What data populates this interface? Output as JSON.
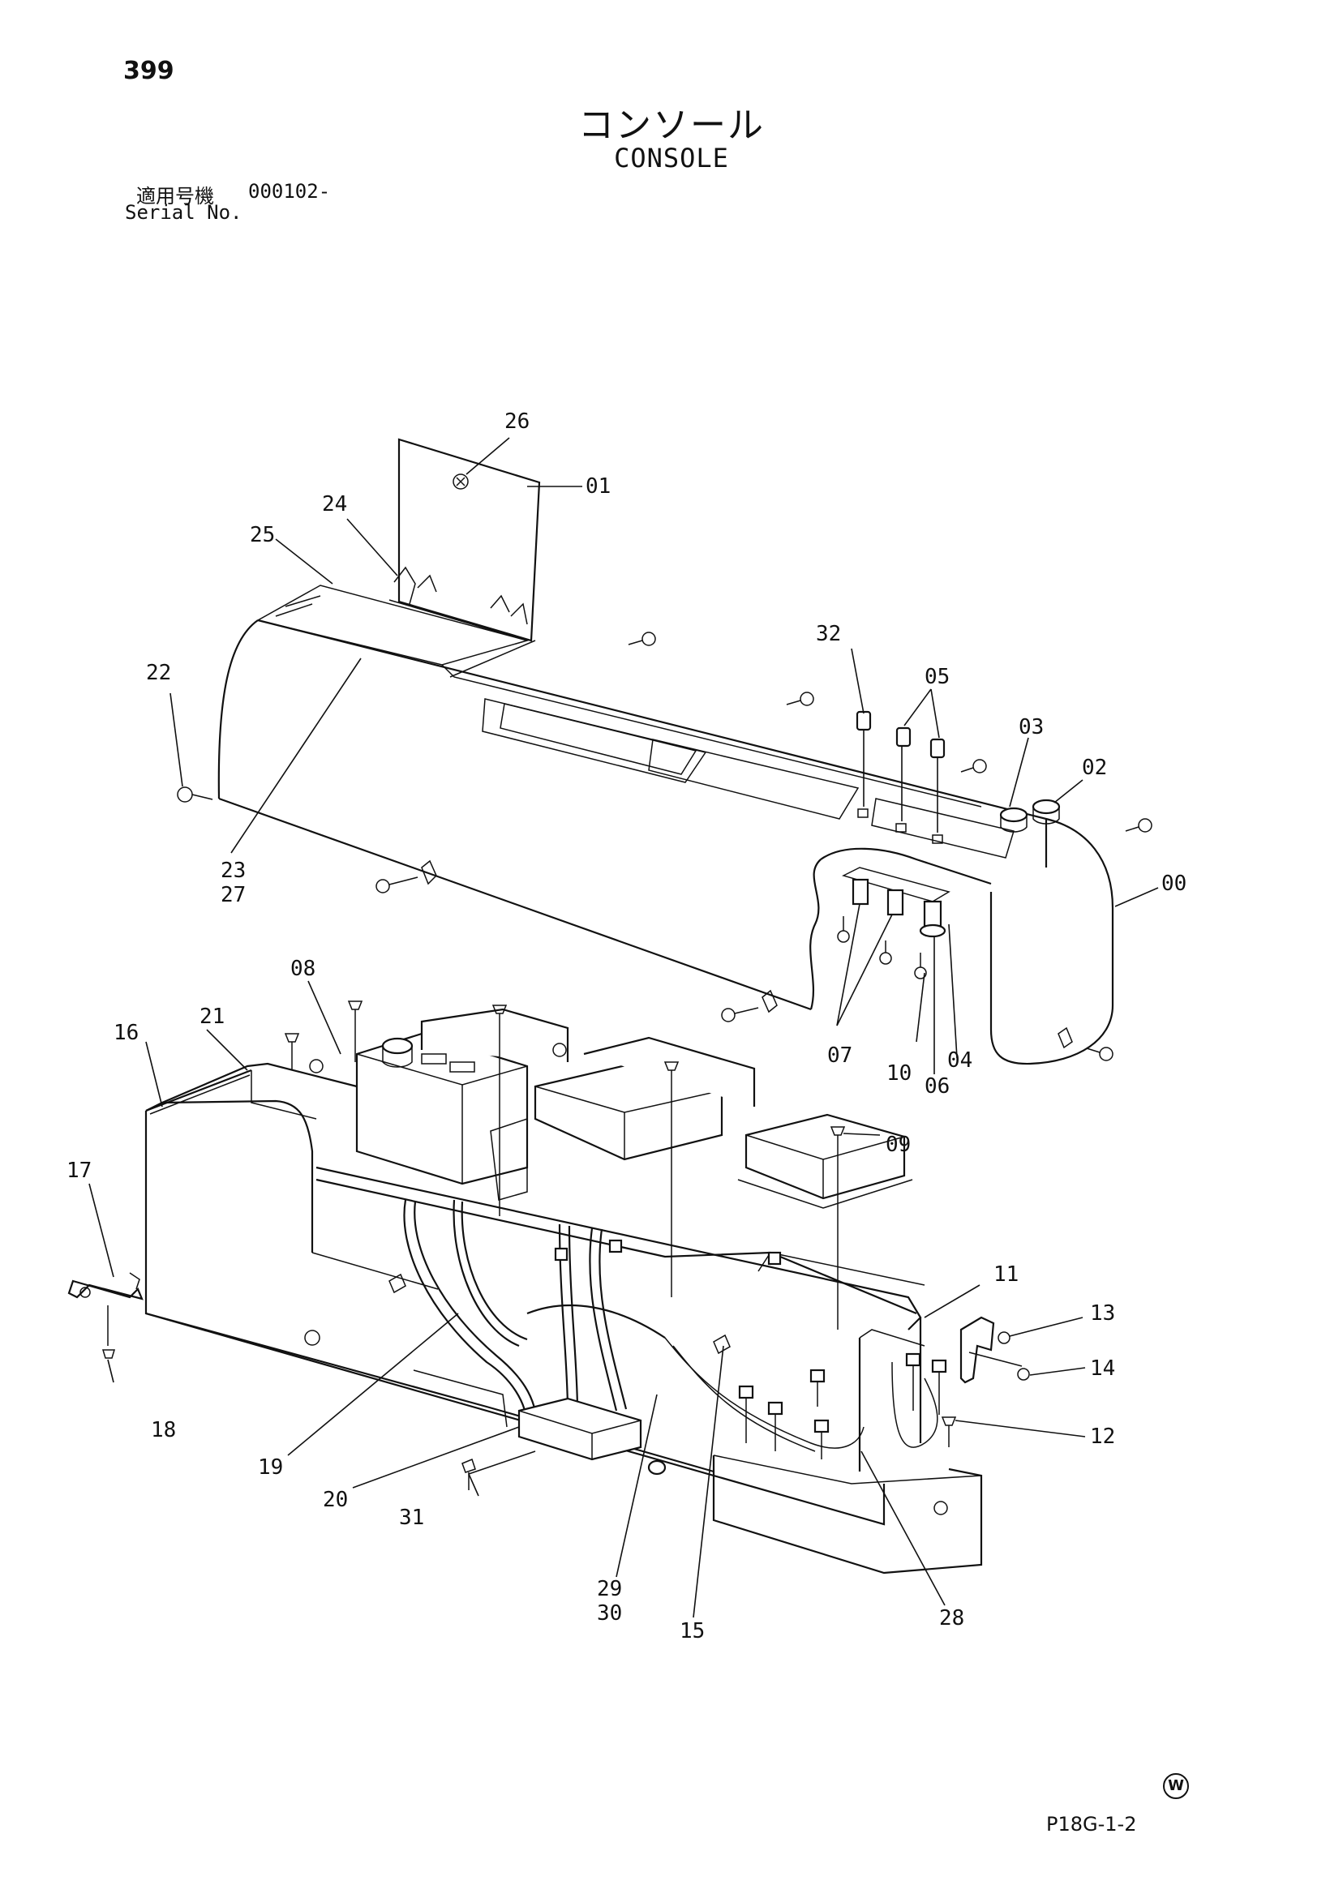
{
  "page": {
    "number": "399",
    "title_jp": "コンソール",
    "title_en": "CONSOLE",
    "serial_label_jp": "適用号機",
    "serial_value": "000102-",
    "serial_label_en": "Serial No.",
    "figure_code": "P18G-1-2",
    "watermark_letter": "W"
  },
  "callouts": {
    "c00": "00",
    "c01": "01",
    "c02": "02",
    "c03": "03",
    "c04": "04",
    "c05": "05",
    "c06": "06",
    "c07": "07",
    "c08": "08",
    "c09": "09",
    "c10": "10",
    "c11": "11",
    "c12": "12",
    "c13": "13",
    "c14": "14",
    "c15": "15",
    "c16": "16",
    "c17": "17",
    "c18": "18",
    "c19": "19",
    "c20": "20",
    "c21": "21",
    "c22": "22",
    "c23": "23",
    "c24": "24",
    "c25": "25",
    "c26": "26",
    "c27": "27",
    "c28": "28",
    "c29": "29",
    "c30": "30",
    "c31": "31",
    "c32": "32"
  }
}
